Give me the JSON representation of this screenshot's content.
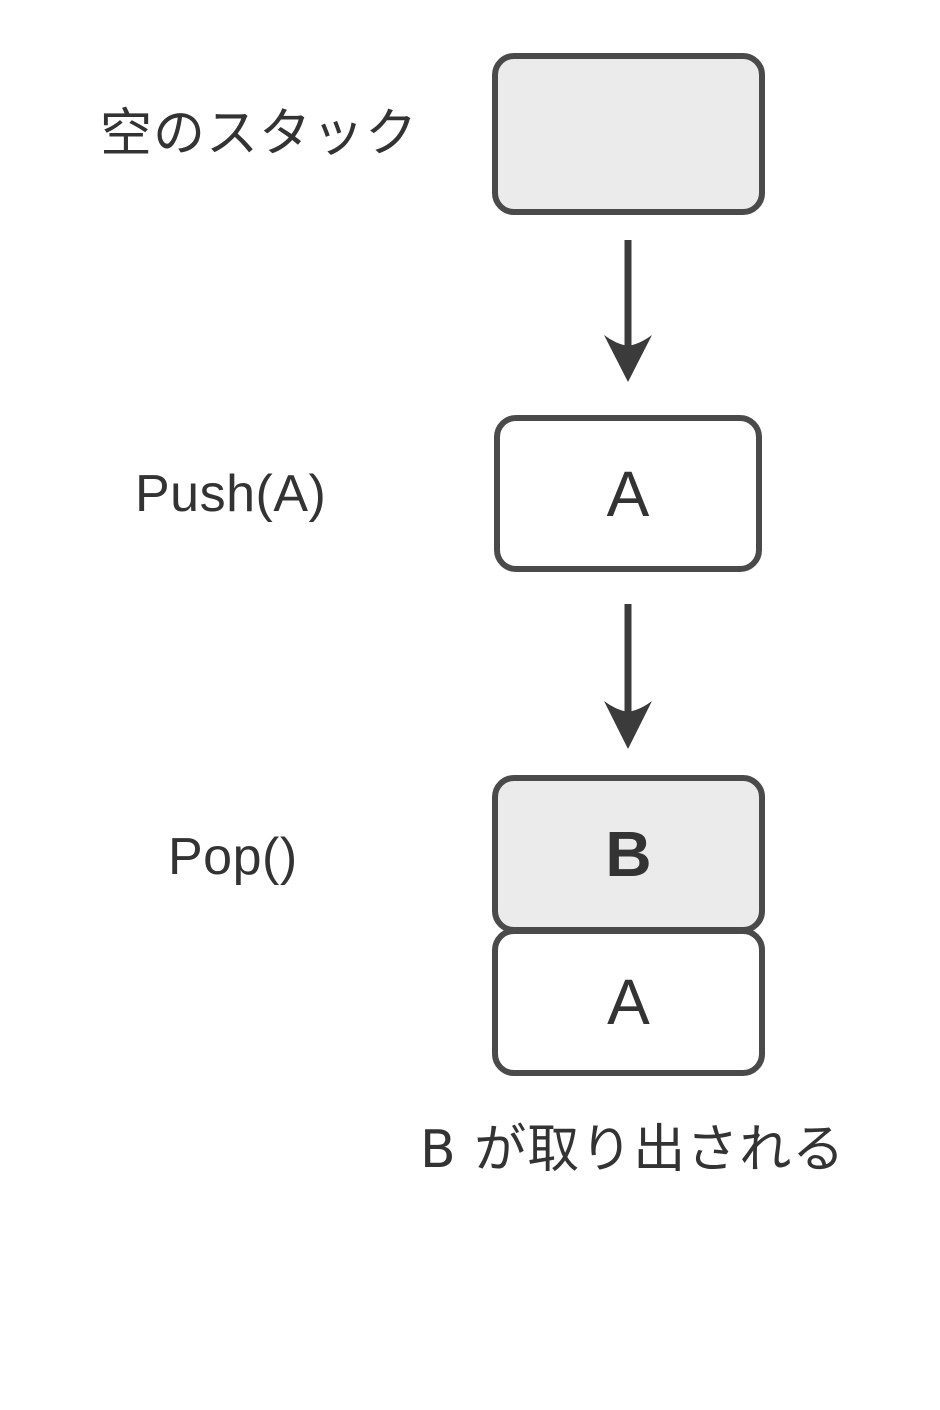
{
  "diagram": {
    "title_present": false,
    "background_color": "#ffffff",
    "border_color": "#4a4a4a",
    "fill_gray": "#ebebeb",
    "fill_white": "#ffffff",
    "text_color": "#333333",
    "steps": [
      {
        "id": "empty-stack",
        "label": "空のスタック",
        "cells": [],
        "box_fill": "#ebebeb",
        "note": ""
      },
      {
        "id": "push-a",
        "label": "Push(A)",
        "cells": [
          {
            "value": "A",
            "fill": "#ffffff"
          }
        ],
        "note": ""
      },
      {
        "id": "pop",
        "label": "Pop()",
        "cells": [
          {
            "value": "B",
            "fill": "#ebebeb"
          },
          {
            "value": "A",
            "fill": "#ffffff"
          }
        ],
        "note": "B が取り出される"
      }
    ],
    "arrows": [
      {
        "id": "arrow-empty-to-push",
        "direction": "down"
      },
      {
        "id": "arrow-push-to-pop",
        "direction": "down"
      }
    ]
  }
}
